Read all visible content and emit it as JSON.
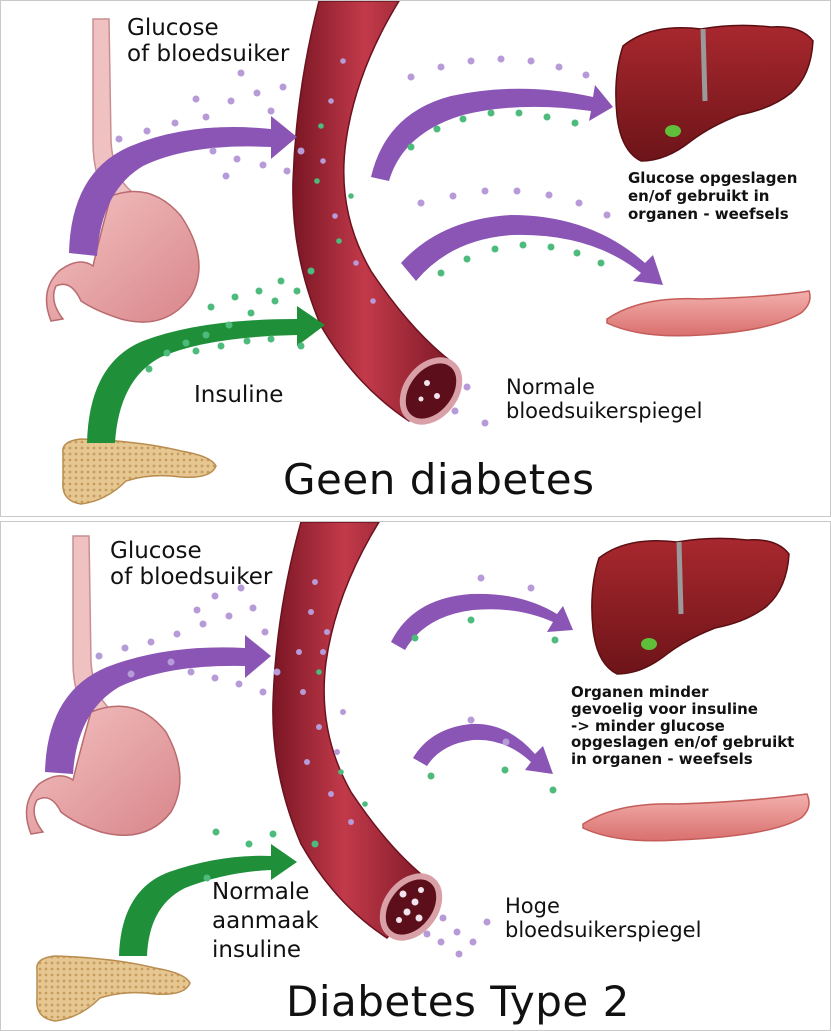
{
  "panels": {
    "no_diabetes": {
      "glucose_label": "Glucose\nof bloedsuiker",
      "insulin_label": "Insuline",
      "organs_label": "Glucose opgeslagen\nen/of gebruikt in\norganen - weefsels",
      "blood_level_label": "Normale\nbloedsuikerspiegel",
      "title": "Geen diabetes"
    },
    "type2": {
      "glucose_label": "Glucose\nof bloedsuiker",
      "insulin_label": "Normale\naanmaak\ninsuline",
      "organs_label": "Organen minder\ngevoelig voor insuline\n-> minder glucose\nopgeslagen en/of gebruikt\nin organen - weefsels",
      "blood_level_label": "Hoge\nbloedsuikerspiegel",
      "title": "Diabetes Type 2"
    }
  },
  "colors": {
    "glucose_arrow": "#8a55b5",
    "insulin_arrow": "#1f8f3a",
    "glucose_dot": "#b79ad8",
    "insulin_dot": "#4dbb7c",
    "vessel": "#a8283a",
    "liver": "#8e1e23",
    "muscle": "#e7928f",
    "stomach": "#e9a6a8",
    "pancreas": "#e2c08a"
  },
  "icons": [
    "esophagus-stomach",
    "pancreas",
    "blood-vessel",
    "liver",
    "muscle"
  ]
}
